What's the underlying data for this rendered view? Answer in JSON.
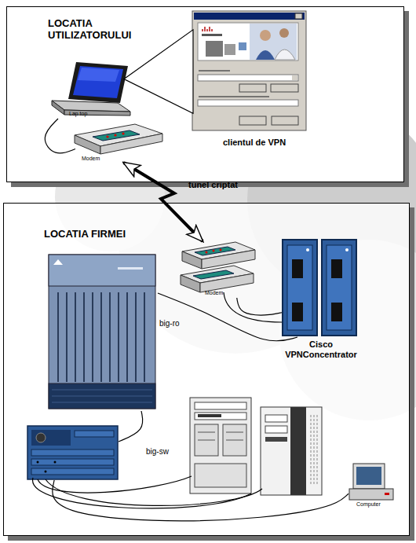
{
  "diagram": {
    "nodes": [
      {
        "text": [
          "LOCATIA UTILIZATORULUI"
        ]
      },
      {
        "text": [
          "Lap top"
        ],
        "in": 0
      },
      {
        "text": [
          "clientul de VPN"
        ],
        "in": 0
      },
      {
        "text": [
          "Modem"
        ],
        "in": 0
      },
      {
        "text": [
          "LOCATIA FIRMEI"
        ]
      },
      {
        "text": [
          "big-ro"
        ],
        "in": 4
      },
      {
        "text": [
          "Modem"
        ],
        "in": 4
      },
      {
        "text": [
          "Cisco VPNConcentrator"
        ],
        "in": 4
      },
      {
        "text": [
          "big-sw"
        ],
        "in": 4
      },
      {
        "text": [
          "Computer"
        ],
        "in": 4
      }
    ],
    "edges": [
      {
        "from": 1,
        "to": 2,
        "arrow": "none"
      },
      {
        "from": 1,
        "to": 3,
        "arrow": "none"
      },
      {
        "from": 3,
        "to": 6,
        "label": "tunel criptat",
        "arrow": "both"
      },
      {
        "from": 6,
        "to": 7,
        "arrow": "none"
      },
      {
        "from": 5,
        "to": 7,
        "arrow": "none"
      },
      {
        "from": 5,
        "to": 8,
        "arrow": "none"
      },
      {
        "from": 8,
        "to": 9,
        "arrow": "none"
      }
    ]
  }
}
